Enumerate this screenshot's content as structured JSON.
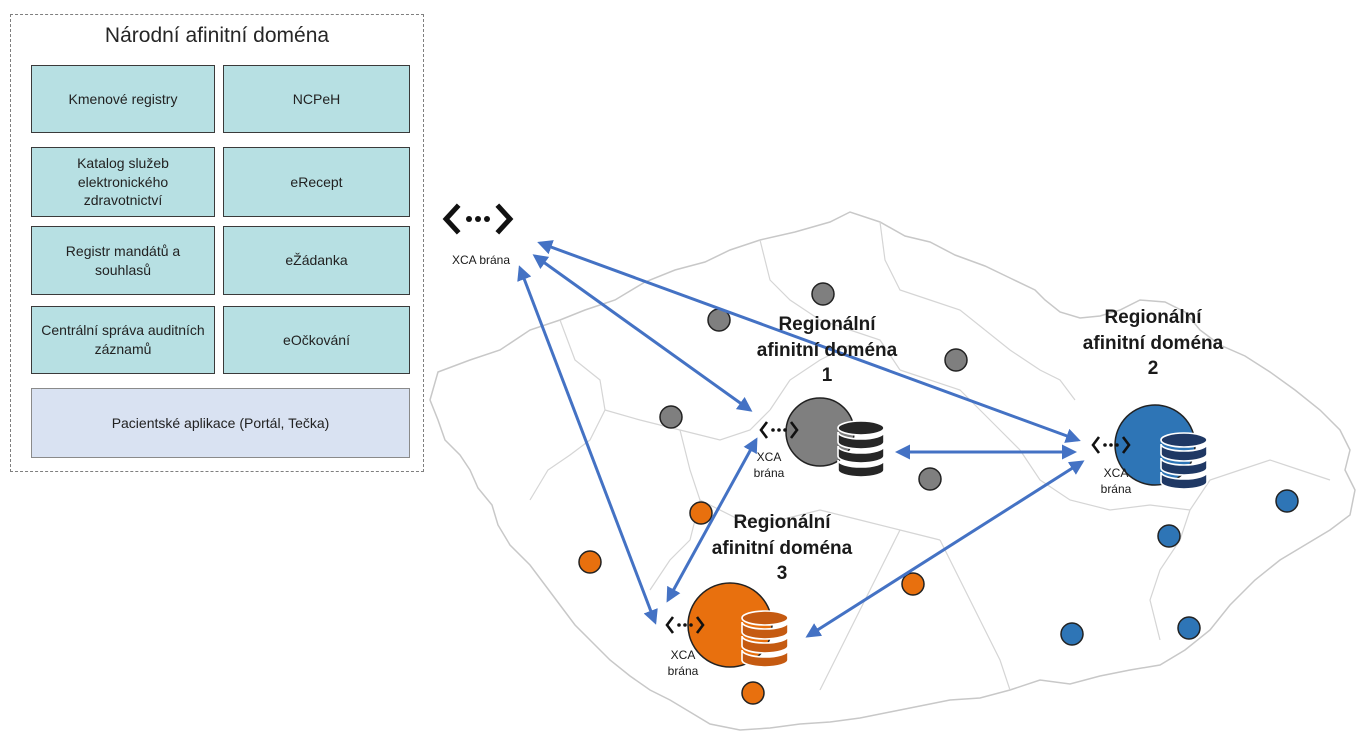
{
  "national_domain": {
    "title": "Národní afinitní doména",
    "services": [
      "Kmenové registry",
      "NCPeH",
      "Katalog služeb elektronického zdravotnictví",
      "eRecept",
      "Registr mandátů a souhlasů",
      "eŽádanka",
      "Centrální správa auditních záznamů",
      "eOčkování",
      "Pacientské aplikace (Portál, Tečka)"
    ]
  },
  "gateways": {
    "national": "XCA brána",
    "region1": "XCA brána",
    "region2": "XCA brána",
    "region3": "XCA brána"
  },
  "regions": [
    {
      "label": "Regionální afinitní doména 1",
      "color": "#7f7f7f"
    },
    {
      "label": "Regionální afinitní doména 2",
      "color": "#2e75b6"
    },
    {
      "label": "Regionální afinitní doména 3",
      "color": "#e8700e"
    }
  ],
  "colors": {
    "arrow": "#4472c4",
    "service_box": "#b7e0e3",
    "patient_box": "#d9e2f2",
    "map_border": "#c8c8c8"
  },
  "icons": [
    "gateway-icon",
    "database-icon"
  ]
}
